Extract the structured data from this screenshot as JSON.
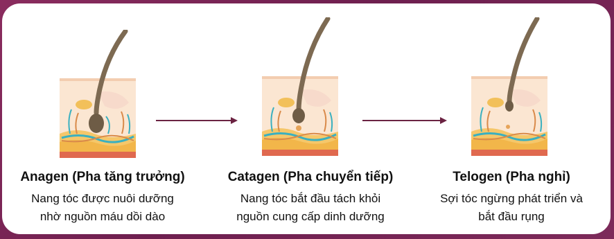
{
  "stages": [
    {
      "title": "Anagen (Pha tăng trưởng)",
      "desc_line1": "Nang tóc được nuôi dưỡng",
      "desc_line2": "nhờ nguồn máu dồi dào"
    },
    {
      "title": "Catagen (Pha chuyển tiếp)",
      "desc_line1": "Nang tóc bắt đầu tách khỏi",
      "desc_line2": "nguồn cung cấp dinh dưỡng"
    },
    {
      "title": "Telogen (Pha nghỉ)",
      "desc_line1": "Sợi tóc ngừng phát triển và",
      "desc_line2": "bắt đầu rụng"
    }
  ],
  "colors": {
    "background": "#7a2656",
    "card": "#ffffff",
    "hair": "#7d6a52",
    "skin": "#fbe6d2",
    "fat": "#f2b64a",
    "base": "#e0694f",
    "vessel_blue": "#3ab0c0",
    "vessel_red": "#d98a4a",
    "arrow": "#6b2342"
  },
  "icons": [
    "hair-follicle-icon",
    "arrow-right-icon"
  ]
}
